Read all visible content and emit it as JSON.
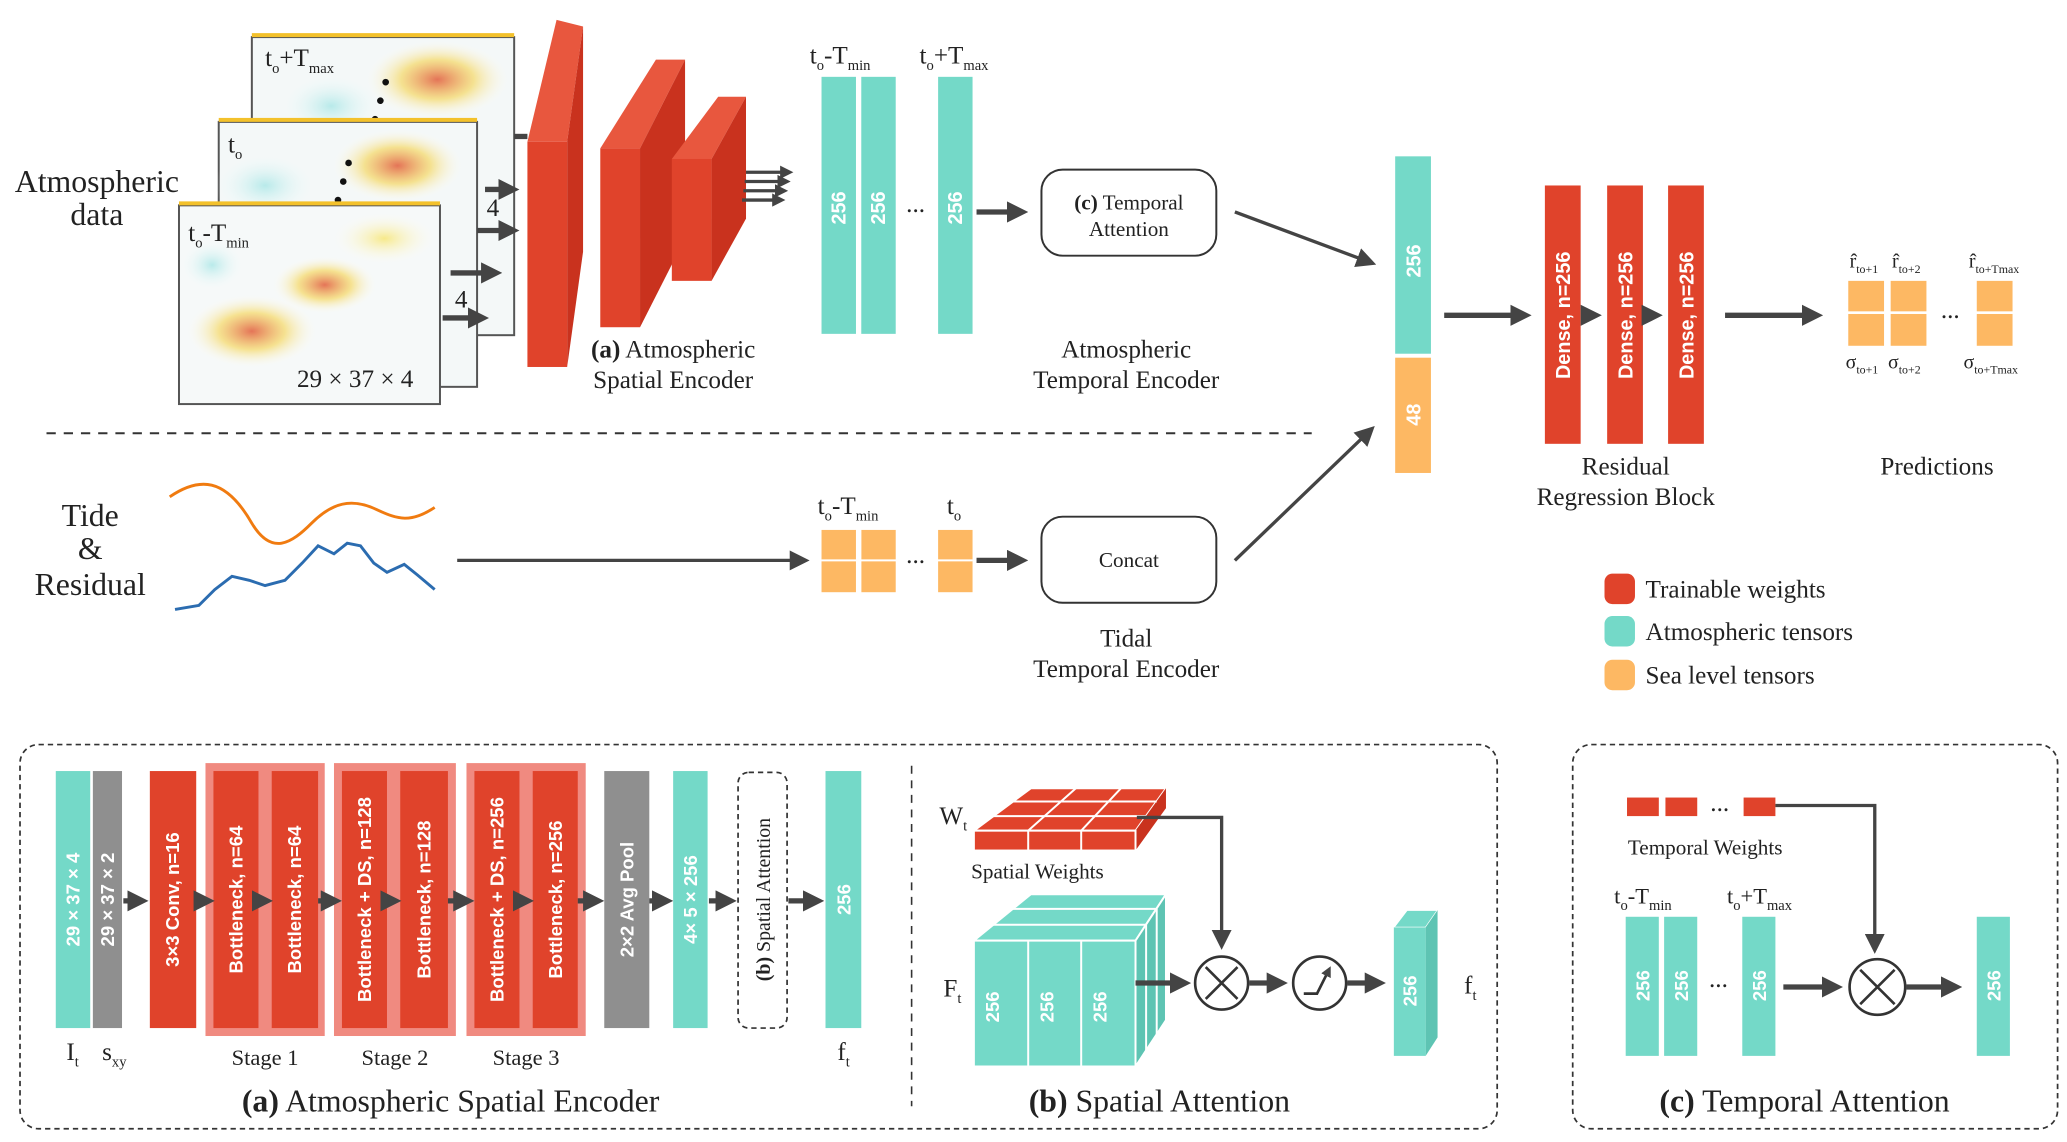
{
  "colors": {
    "trainable": "#e0432b",
    "atmospheric": "#74d9c8",
    "sea_level": "#fdb863",
    "neutral": "#8f8f8f",
    "stage": "#f08a80"
  },
  "top": {
    "atmospheric_data": [
      "Atmospheric",
      "data"
    ],
    "frames": [
      {
        "base": "t",
        "sub": "o",
        "rest": "+T",
        "rest_sub": "max"
      },
      {
        "base": "t",
        "sub": "o"
      },
      {
        "base": "t",
        "sub": "o",
        "rest": "-T",
        "rest_sub": "min"
      }
    ],
    "frame_dims": "29 × 37 × 4",
    "channel_count": "4",
    "encoder_label": {
      "bold": "(a)",
      "line1": " Atmospheric",
      "line2": "Spatial Encoder"
    },
    "tensor_labels": [
      {
        "base": "t",
        "sub": "o",
        "rest": "-T",
        "rest_sub": "min"
      },
      {
        "base": "t",
        "sub": "o",
        "rest": "+T",
        "rest_sub": "max"
      }
    ],
    "tensor_values": [
      "256",
      "256",
      "256"
    ],
    "ellipsis": "...",
    "temporal_attention_box": {
      "bold": "(c)",
      "line1": " Temporal",
      "line2": "Attention"
    },
    "atm_temporal_encoder": [
      "Atmospheric",
      "Temporal Encoder"
    ],
    "tide_label": [
      "Tide",
      "&",
      "Residual"
    ],
    "tide_tensor_labels": [
      {
        "base": "t",
        "sub": "o",
        "rest": "-T",
        "rest_sub": "min"
      },
      {
        "base": "t",
        "sub": "o"
      }
    ],
    "concat_box": "Concat",
    "tidal_temporal_encoder": [
      "Tidal",
      "Temporal Encoder"
    ],
    "concat_values": [
      "256",
      "48"
    ],
    "dense_layers": [
      "Dense, n=256",
      "Dense, n=256",
      "Dense, n=256"
    ],
    "residual_block": [
      "Residual",
      "Regression Block"
    ],
    "predictions": {
      "r_labels": [
        {
          "base": "r̂",
          "sub": "to+1"
        },
        {
          "base": "r̂",
          "sub": "to+2"
        },
        {
          "base": "r̂",
          "sub": "to+Tmax"
        }
      ],
      "sigma_labels": [
        {
          "base": "σ",
          "sub": "to+1"
        },
        {
          "base": "σ",
          "sub": "to+2"
        },
        {
          "base": "σ",
          "sub": "to+Tmax"
        }
      ],
      "title": "Predictions"
    },
    "legend": [
      "Trainable weights",
      "Atmospheric tensors",
      "Sea level tensors"
    ]
  },
  "panel_a": {
    "bars": [
      "29 × 37 × 4",
      "29 × 37 × 2",
      "3×3 Conv, n=16",
      "Bottleneck, n=64",
      "Bottleneck, n=64",
      "Bottleneck + DS, n=128",
      "Bottleneck, n=128",
      "Bottleneck + DS, n=256",
      "Bottleneck, n=256",
      "2×2 Avg Pool",
      "4× 5 × 256",
      "Spatial Attention",
      "256"
    ],
    "spatial_attention_bold": "(b)",
    "labels": {
      "it": {
        "base": "I",
        "sub": "t"
      },
      "sxy": {
        "base": "s",
        "sub": "xy"
      },
      "ft": {
        "base": "f",
        "sub": "t"
      }
    },
    "stages": [
      "Stage 1",
      "Stage 2",
      "Stage 3"
    ],
    "title": {
      "bold": "(a)",
      "text": " Atmospheric Spatial Encoder"
    }
  },
  "panel_b": {
    "wt": {
      "base": "W",
      "sub": "t"
    },
    "spatial_weights": "Spatial Weights",
    "Ft": {
      "base": "F",
      "sub": "t"
    },
    "cube_values": [
      "256",
      "256",
      "256"
    ],
    "output_value": "256",
    "ft": {
      "base": "f",
      "sub": "t"
    },
    "title": {
      "bold": "(b)",
      "text": " Spatial Attention"
    }
  },
  "panel_c": {
    "temporal_weights": "Temporal Weights",
    "tensor_labels": [
      {
        "base": "t",
        "sub": "o",
        "rest": "-T",
        "rest_sub": "min"
      },
      {
        "base": "t",
        "sub": "o",
        "rest": "+T",
        "rest_sub": "max"
      }
    ],
    "tensor_values": [
      "256",
      "256",
      "256"
    ],
    "output_value": "256",
    "ellipsis": "...",
    "title": {
      "bold": "(c)",
      "text": " Temporal Attention"
    }
  }
}
